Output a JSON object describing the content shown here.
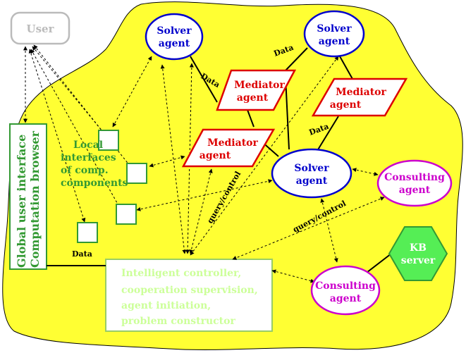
{
  "user": "User",
  "solver_agents": [
    {
      "line1": "Solver",
      "line2": "agent"
    },
    {
      "line1": "Solver",
      "line2": "agent"
    },
    {
      "line1": "Solver",
      "line2": "agent"
    }
  ],
  "mediator_agents": [
    {
      "line1": "Mediator",
      "line2": "agent"
    },
    {
      "line1": "Mediator",
      "line2": "agent"
    },
    {
      "line1": "Mediator",
      "line2": "agent"
    }
  ],
  "consulting_agents": [
    {
      "line1": "Consulting",
      "line2": "agent"
    },
    {
      "line1": "Consulting",
      "line2": "agent"
    }
  ],
  "kb_server": {
    "line1": "KB",
    "line2": "server"
  },
  "global_ui": {
    "line1": "Global user interface",
    "line2": "Computation browser"
  },
  "local_interfaces": {
    "line1": "Local",
    "line2": "interfaces",
    "line3": "of comp.",
    "line4": "components"
  },
  "controller": {
    "line1": "Intelligent controller,",
    "line2": "cooperation supervision,",
    "line3": "agent initiation,",
    "line4": "problem constructor"
  },
  "edge_labels": {
    "data1": "Data",
    "data2": "Data",
    "data3": "Data",
    "data4": "Data",
    "query1": "query/control",
    "query2": "query/control"
  },
  "colors": {
    "background_blob": "#ffff33",
    "solver_fill": "#ffffff",
    "solver_stroke": "#0000cc",
    "solver_text": "#0000cc",
    "mediator_fill": "#ffffff",
    "mediator_stroke": "#dd0000",
    "mediator_text": "#dd0000",
    "consulting_fill": "#ffffff",
    "consulting_stroke": "#cc00cc",
    "consulting_text": "#cc00cc",
    "kb_fill": "#55ee55",
    "kb_text": "#ffffff",
    "green": "#339933",
    "controller_text": "#ccff99",
    "user_color": "#bbbbbb"
  }
}
